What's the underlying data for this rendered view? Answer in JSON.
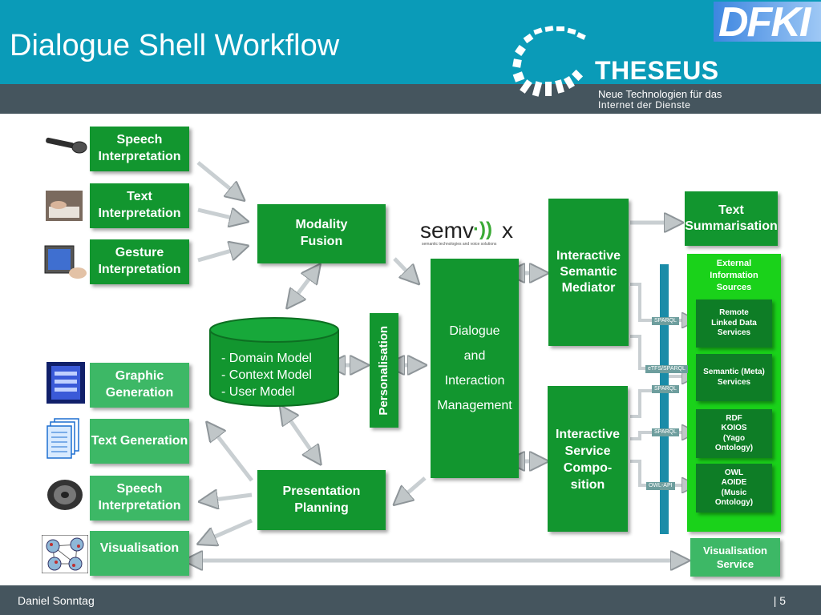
{
  "header": {
    "title": "Dialogue Shell Workflow",
    "logo_dfki": "DFKI"
  },
  "theseus": {
    "name": "THESEUS",
    "tagline_1": "Neue Technologien für das",
    "tagline_2": "Internet der Dienste"
  },
  "semvox": {
    "name_a": "semv",
    "name_b": "x",
    "tagline": "semantic technologies and voice solutions"
  },
  "inputs": [
    "Speech Interpretation",
    "Text Interpretation",
    "Gesture Interpretation"
  ],
  "outputs": [
    "Graphic Generation",
    "Text Generation",
    "Speech Interpretation",
    "Visualisation"
  ],
  "modality_fusion": "Modality Fusion",
  "presentation_planning": "Presentation Planning",
  "personalisation": "Personalisation",
  "models": [
    "- Domain Model",
    "- Context Model",
    "- User Model"
  ],
  "dim": [
    "Dialogue",
    "and",
    "Interaction",
    "Management"
  ],
  "ism": "Interactive Semantic Mediator",
  "isc": [
    "Interactive",
    "Service",
    "Compo-",
    "sition"
  ],
  "text_summarisation": "Text Summarisation",
  "external": {
    "title": "External Information Sources",
    "items": [
      [
        "Remote",
        "Linked Data",
        "Services"
      ],
      [
        "Semantic (Meta)",
        "Services"
      ],
      [
        "RDF",
        "KOIOS",
        "(Yago",
        "Ontology)"
      ],
      [
        "OWL",
        "AOIDE",
        "(Music",
        "Ontology)"
      ]
    ]
  },
  "connector_labels": [
    "SPARQL",
    "eTFS/SPARQL",
    "SPARQL",
    "SPARQL",
    "OWL-API"
  ],
  "visualisation_service": "Visualisation Service",
  "footer": {
    "author": "Daniel Sonntag",
    "page": "| 5"
  }
}
